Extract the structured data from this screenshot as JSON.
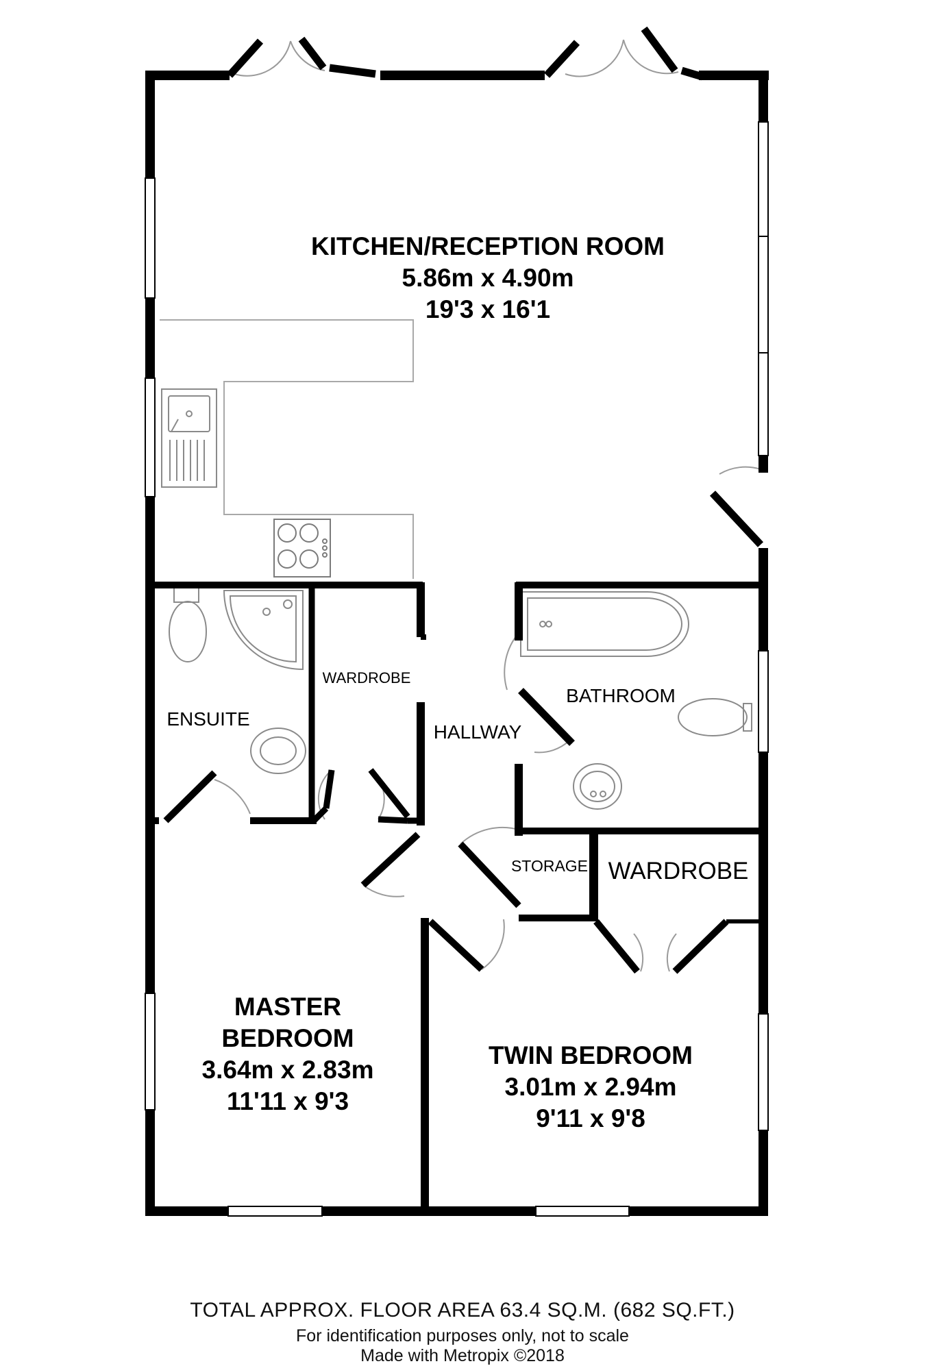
{
  "rooms": {
    "kitchen": {
      "name": "KITCHEN/RECEPTION ROOM",
      "metric": "5.86m x 4.90m",
      "imperial": "19'3 x 16'1"
    },
    "ensuite": {
      "name": "ENSUITE"
    },
    "wardrobe_master": {
      "name": "WARDROBE"
    },
    "hallway": {
      "name": "HALLWAY"
    },
    "bathroom": {
      "name": "BATHROOM"
    },
    "storage": {
      "name": "STORAGE"
    },
    "wardrobe_twin": {
      "name": "WARDROBE"
    },
    "master": {
      "name_line1": "MASTER",
      "name_line2": "BEDROOM",
      "metric": "3.64m x 2.83m",
      "imperial": "11'11 x 9'3"
    },
    "twin": {
      "name": "TWIN BEDROOM",
      "metric": "3.01m x 2.94m",
      "imperial": "9'11 x 9'8"
    }
  },
  "footer": {
    "total_area": "TOTAL APPROX. FLOOR AREA 63.4 SQ.M. (682 SQ.FT.)",
    "disclaimer": "For identification purposes only, not to scale",
    "credit": "Made with Metropix ©2018"
  },
  "colors": {
    "wall": "#000000",
    "fixture_stroke": "#9a9a9a",
    "background": "#ffffff"
  }
}
